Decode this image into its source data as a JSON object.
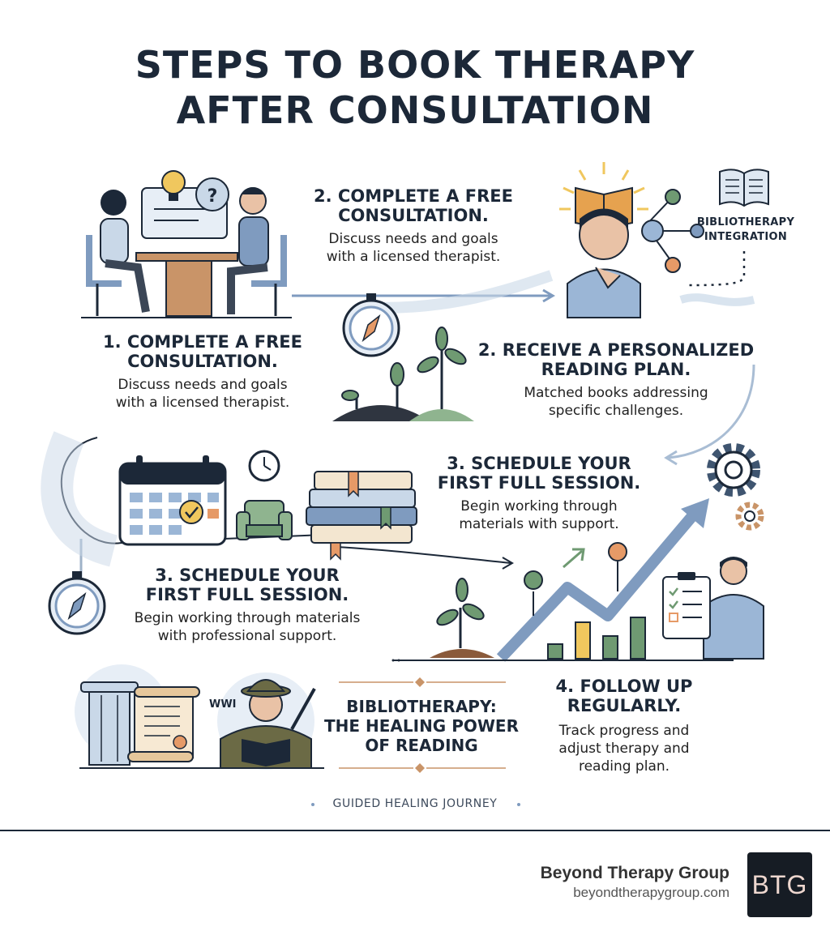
{
  "title": {
    "line1": "STEPS TO BOOK THERAPY",
    "line2": "AFTER CONSULTATION"
  },
  "steps": [
    {
      "heading_l1": "2. COMPLETE A FREE",
      "heading_l2": "CONSULTATION.",
      "body_l1": "Discuss needs and goals",
      "body_l2": "with a licensed therapist."
    },
    {
      "heading_l1": "1. COMPLETE A FREE",
      "heading_l2": "CONSULTATION.",
      "body_l1": "Discuss needs and goals",
      "body_l2": "with a licensed therapist."
    },
    {
      "heading_l1": "2. RECEIVE A PERSONALIZED",
      "heading_l2": "READING PLAN.",
      "body_l1": "Matched books addressing",
      "body_l2": "specific challenges."
    },
    {
      "heading_l1": "3. SCHEDULE YOUR",
      "heading_l2": "FIRST FULL SESSION.",
      "body_l1": "Begin working through",
      "body_l2": "materials with support."
    },
    {
      "heading_l1": "3. SCHEDULE YOUR",
      "heading_l2": "FIRST FULL SESSION.",
      "body_l1": "Begin working through materials",
      "body_l2": "with professional support."
    },
    {
      "heading_l1": "4. FOLLOW UP",
      "heading_l2": "REGULARLY.",
      "body_l1": "Track progress and",
      "body_l2": "adjust therapy and",
      "body_l3": "reading plan."
    }
  ],
  "biblio_integration": {
    "l1": "BIBLIOTHERAPY",
    "l2": "INTEGRATION"
  },
  "healing_power": {
    "l1": "BIBLIOTHERAPY:",
    "l2": "THE HEALING POWER",
    "l3": "OF READING"
  },
  "wwi_label": "WWI",
  "tagline": "GUIDED HEALING JOURNEY",
  "brand": {
    "name": "Beyond Therapy Group",
    "url": "beyondtherapygroup.com",
    "logo_text": "BTG"
  },
  "colors": {
    "navy": "#1c2838",
    "blue": "#7f9bbf",
    "light_blue": "#c9d8e8",
    "green": "#6f9a72",
    "orange": "#e69a67",
    "yellow": "#f0c75e",
    "brown": "#c99468"
  }
}
